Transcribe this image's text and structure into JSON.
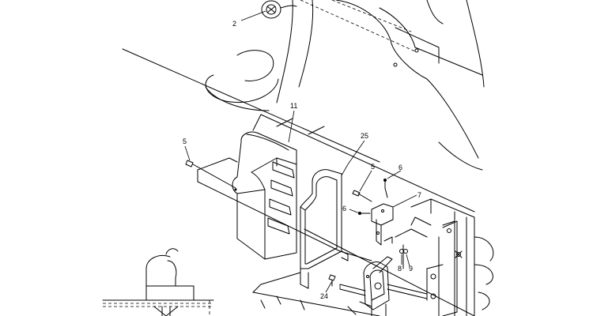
{
  "diagram": {
    "callouts": [
      {
        "id": "2",
        "label": "2"
      },
      {
        "id": "11",
        "label": "11"
      },
      {
        "id": "5a",
        "label": "5"
      },
      {
        "id": "25",
        "label": "25"
      },
      {
        "id": "5b",
        "label": "5"
      },
      {
        "id": "6a",
        "label": "6"
      },
      {
        "id": "7",
        "label": "7"
      },
      {
        "id": "6b",
        "label": "6"
      },
      {
        "id": "8",
        "label": "8"
      },
      {
        "id": "9",
        "label": "9"
      },
      {
        "id": "24",
        "label": "24"
      }
    ]
  }
}
